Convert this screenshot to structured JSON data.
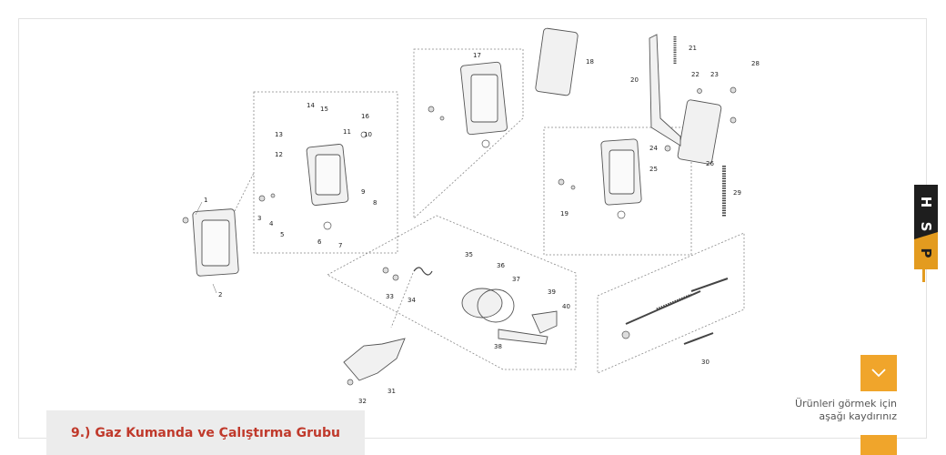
{
  "brand": {
    "letters": [
      "H",
      "S",
      "P"
    ],
    "accent_color": "#e39b1f"
  },
  "scroll": {
    "hint_line1": "Ürünleri görmek için",
    "hint_line2": "aşağı kaydırınız",
    "button_icon": "chevron-down-icon",
    "button_color": "#f0a52b"
  },
  "caption": {
    "title": "9.) Gaz Kumanda ve Çalıştırma Grubu",
    "title_color": "#c0392b"
  },
  "diagram": {
    "callouts": [
      "1",
      "2",
      "3",
      "4",
      "5",
      "6",
      "7",
      "8",
      "9",
      "10",
      "11",
      "12",
      "13",
      "14",
      "15",
      "16",
      "17",
      "18",
      "19",
      "20",
      "21",
      "22",
      "23",
      "24",
      "25",
      "26",
      "28",
      "29",
      "30",
      "31",
      "32",
      "33",
      "34",
      "35",
      "36",
      "37",
      "38",
      "39",
      "40"
    ]
  }
}
